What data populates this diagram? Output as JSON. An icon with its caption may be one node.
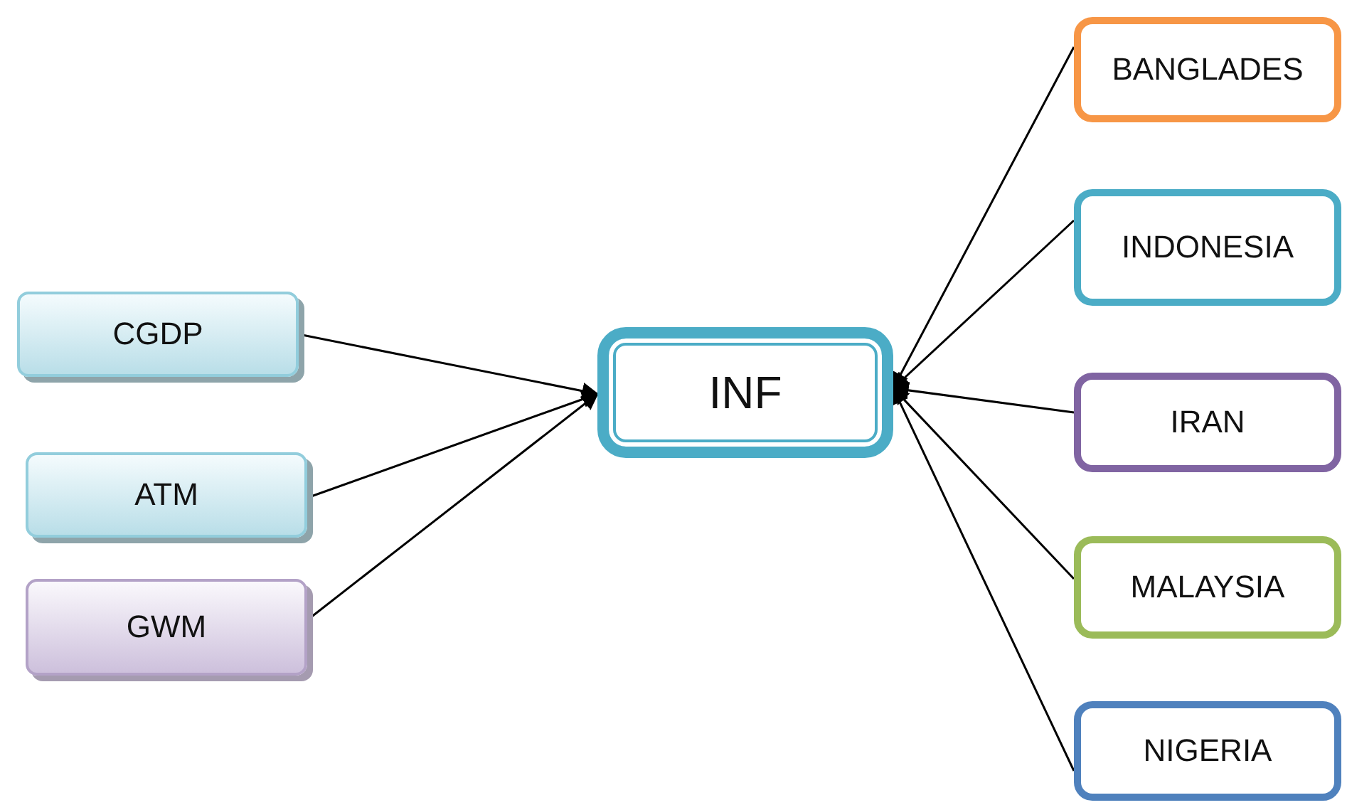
{
  "diagram": {
    "nodes": [
      {
        "text": [
          "CGDP"
        ]
      },
      {
        "text": [
          "ATM"
        ]
      },
      {
        "text": [
          "GWM"
        ]
      },
      {
        "text": [
          "INF"
        ]
      },
      {
        "text": [
          "BANGLADES"
        ]
      },
      {
        "text": [
          "INDONESIA"
        ]
      },
      {
        "text": [
          "IRAN"
        ]
      },
      {
        "text": [
          "MALAYSIA"
        ]
      },
      {
        "text": [
          "NIGERIA"
        ]
      }
    ],
    "edges": [
      {
        "from": 0,
        "to": 3,
        "arrow": "to"
      },
      {
        "from": 1,
        "to": 3,
        "arrow": "to"
      },
      {
        "from": 2,
        "to": 3,
        "arrow": "to"
      },
      {
        "from": 4,
        "to": 3,
        "arrow": "to"
      },
      {
        "from": 5,
        "to": 3,
        "arrow": "to"
      },
      {
        "from": 6,
        "to": 3,
        "arrow": "to"
      },
      {
        "from": 7,
        "to": 3,
        "arrow": "to"
      },
      {
        "from": 8,
        "to": 3,
        "arrow": "to"
      }
    ]
  }
}
